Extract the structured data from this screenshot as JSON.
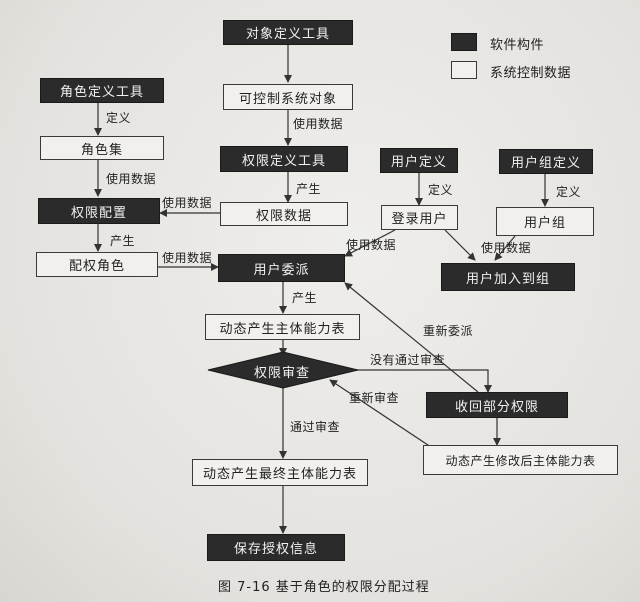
{
  "legend": {
    "software_component": "软件构件",
    "system_control_data": "系统控制数据"
  },
  "nodes": {
    "object_def_tool": "对象定义工具",
    "controllable_object": "可控制系统对象",
    "role_def_tool": "角色定义工具",
    "role_set": "角色集",
    "permission_def_tool": "权限定义工具",
    "permission_data": "权限数据",
    "permission_config": "权限配置",
    "assign_roles": "配权角色",
    "user_def": "用户定义",
    "login_user": "登录用户",
    "user_group_def": "用户组定义",
    "user_group": "用户组",
    "user_join_group": "用户加入到组",
    "user_assign": "用户委派",
    "dynamic_capability_table": "动态产生主体能力表",
    "permission_review": "权限审查",
    "revoke_partial": "收回部分权限",
    "dynamic_modified_table": "动态产生修改后主体能力表",
    "dynamic_final_table": "动态产生最终主体能力表",
    "save_auth_info": "保存授权信息"
  },
  "labels": {
    "use_data_1": "使用数据",
    "define_1": "定义",
    "use_data_2": "使用数据",
    "produce_1": "产生",
    "use_data_3": "使用数据",
    "produce_2": "产生",
    "use_data_4": "使用数据",
    "define_2": "定义",
    "define_3": "定义",
    "use_data_5": "使用数据",
    "use_data_6": "使用数据",
    "produce_3": "产生",
    "reassign": "重新委派",
    "not_passed": "没有通过审查",
    "re_review": "重新审查",
    "passed": "通过审查"
  },
  "caption": "图 7-16    基于角色的权限分配过程"
}
